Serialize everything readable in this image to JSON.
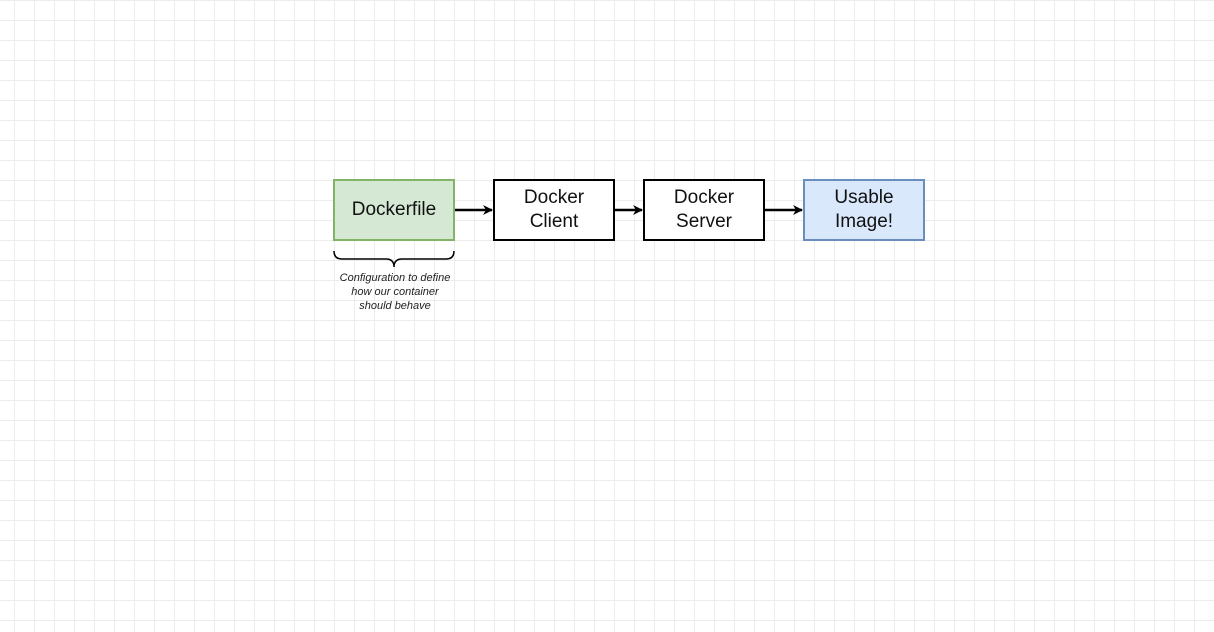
{
  "nodes": {
    "dockerfile": {
      "line1": "Dockerfile"
    },
    "client": {
      "line1": "Docker",
      "line2": "Client"
    },
    "server": {
      "line1": "Docker",
      "line2": "Server"
    },
    "image": {
      "line1": "Usable",
      "line2": "Image!"
    }
  },
  "note": {
    "line1": "Configuration to define",
    "line2": "how our container",
    "line3": "should behave"
  },
  "colors": {
    "dockerfile_fill": "#d5e8d4",
    "dockerfile_border": "#82b366",
    "image_fill": "#dae8fc",
    "image_border": "#6c8ebf",
    "default_border": "#000000"
  }
}
